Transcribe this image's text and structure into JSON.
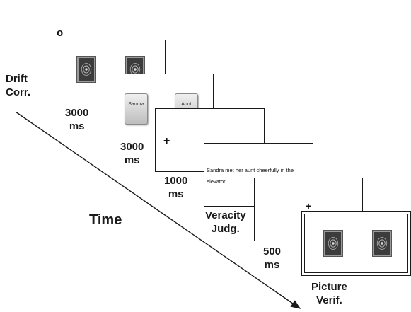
{
  "time_axis": {
    "label": "Time"
  },
  "stages": [
    {
      "label": "Drift\nCorr.",
      "glyph": "o"
    },
    {
      "label": "3000\nms"
    },
    {
      "label": "3000\nms",
      "buttons": [
        "Sandra",
        "Aunt"
      ]
    },
    {
      "label": "1000\nms",
      "glyph": "+"
    },
    {
      "label": "Veracity\nJudg.",
      "sentence": "Sandra met her aunt cheerfully in the elevator."
    },
    {
      "label": "500\nms",
      "glyph": "+"
    },
    {
      "label": "Picture\nVerif."
    }
  ],
  "colors": {
    "ink": "#1a1a1a",
    "card": "#3c3c3c",
    "button_top": "#f0f0f0",
    "button_bottom": "#bdbdbd"
  }
}
